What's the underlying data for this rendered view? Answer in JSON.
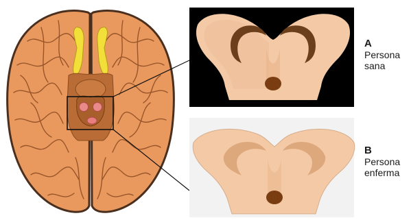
{
  "panels": {
    "a": {
      "letter": "A",
      "line1": "Persona",
      "line2": "sana"
    },
    "b": {
      "letter": "B",
      "line1": "Persona",
      "line2": "enferma"
    }
  },
  "colors": {
    "brain": "#e9995e",
    "brain_outline": "#4a2f1f",
    "sulci": "#8c4a22",
    "olfactory": "#f2df3a",
    "midbrain_highlight": "#b96c35",
    "panel_a_background": "#000000",
    "panel_b_background": "#f2f2f2",
    "section_fill": "#f3c9a6",
    "healthy_pigment": "#6b3f1c",
    "diseased_pigment": "#d9a275",
    "aqueduct": "#7a3d12"
  },
  "icons": {
    "brain": "brain-ventral-view-illustration",
    "zoom": "zoom-callout-lines"
  }
}
